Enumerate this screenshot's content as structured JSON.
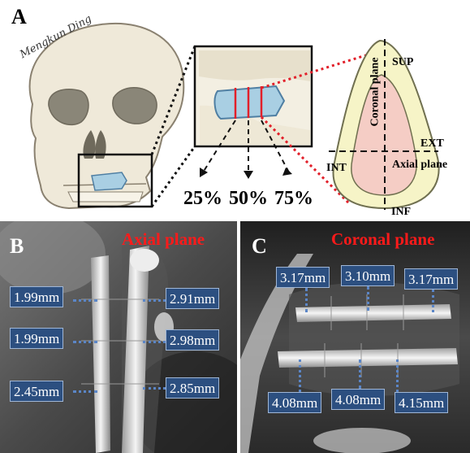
{
  "panel_a": {
    "label": "A",
    "signature": "Mengkun Ding",
    "percentages": [
      "25%",
      "50%",
      "75%"
    ],
    "section_labels": {
      "sup": "SUP",
      "inf": "INF",
      "ext": "EXT",
      "int": "INT",
      "coronal_plane": "Coronal plane",
      "axial_plane": "Axial plane"
    }
  },
  "panel_b": {
    "label": "B",
    "title": "Axial plane",
    "left_measurements": [
      "1.99mm",
      "1.99mm",
      "2.45mm"
    ],
    "right_measurements": [
      "2.91mm",
      "2.98mm",
      "2.85mm"
    ]
  },
  "panel_c": {
    "label": "C",
    "title": "Coronal plane",
    "top_measurements": [
      "3.17mm",
      "3.10mm",
      "3.17mm"
    ],
    "bottom_measurements": [
      "4.08mm",
      "4.08mm",
      "4.15mm"
    ]
  },
  "colors": {
    "title_red": "#ff1a1a",
    "measure_box": "#2c4f80",
    "dotted_line": "#5b86c7",
    "bone": "#efe9d9",
    "implant": "#a9cfe3"
  }
}
